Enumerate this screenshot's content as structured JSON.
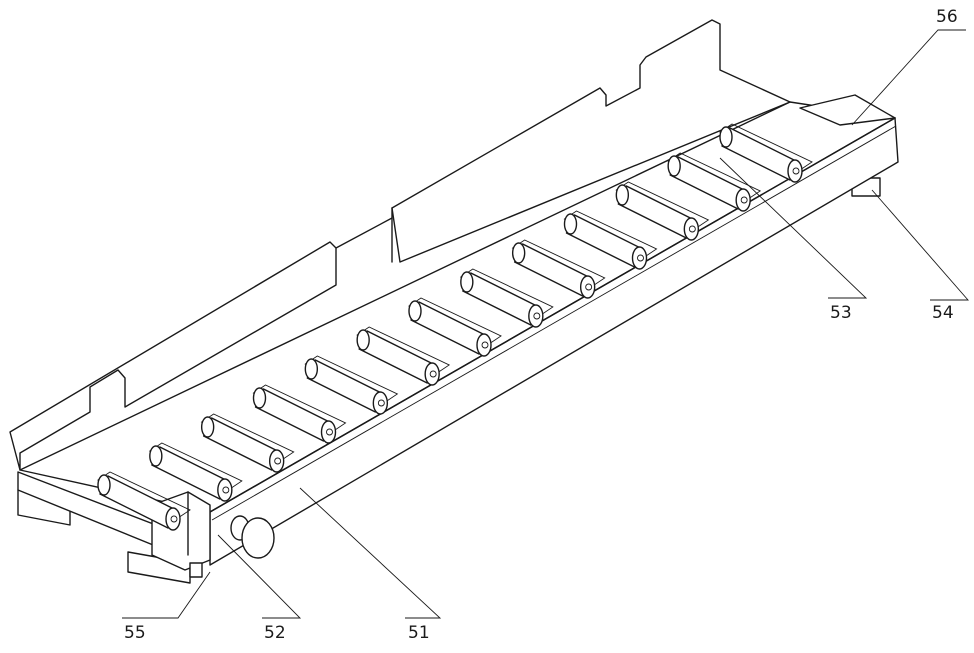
{
  "labels": {
    "l51": "51",
    "l52": "52",
    "l53": "53",
    "l54": "54",
    "l55": "55",
    "l56": "56"
  },
  "rollers": {
    "count": 13
  },
  "colors": {
    "ink": "#1a1a1a",
    "paper": "#ffffff"
  }
}
